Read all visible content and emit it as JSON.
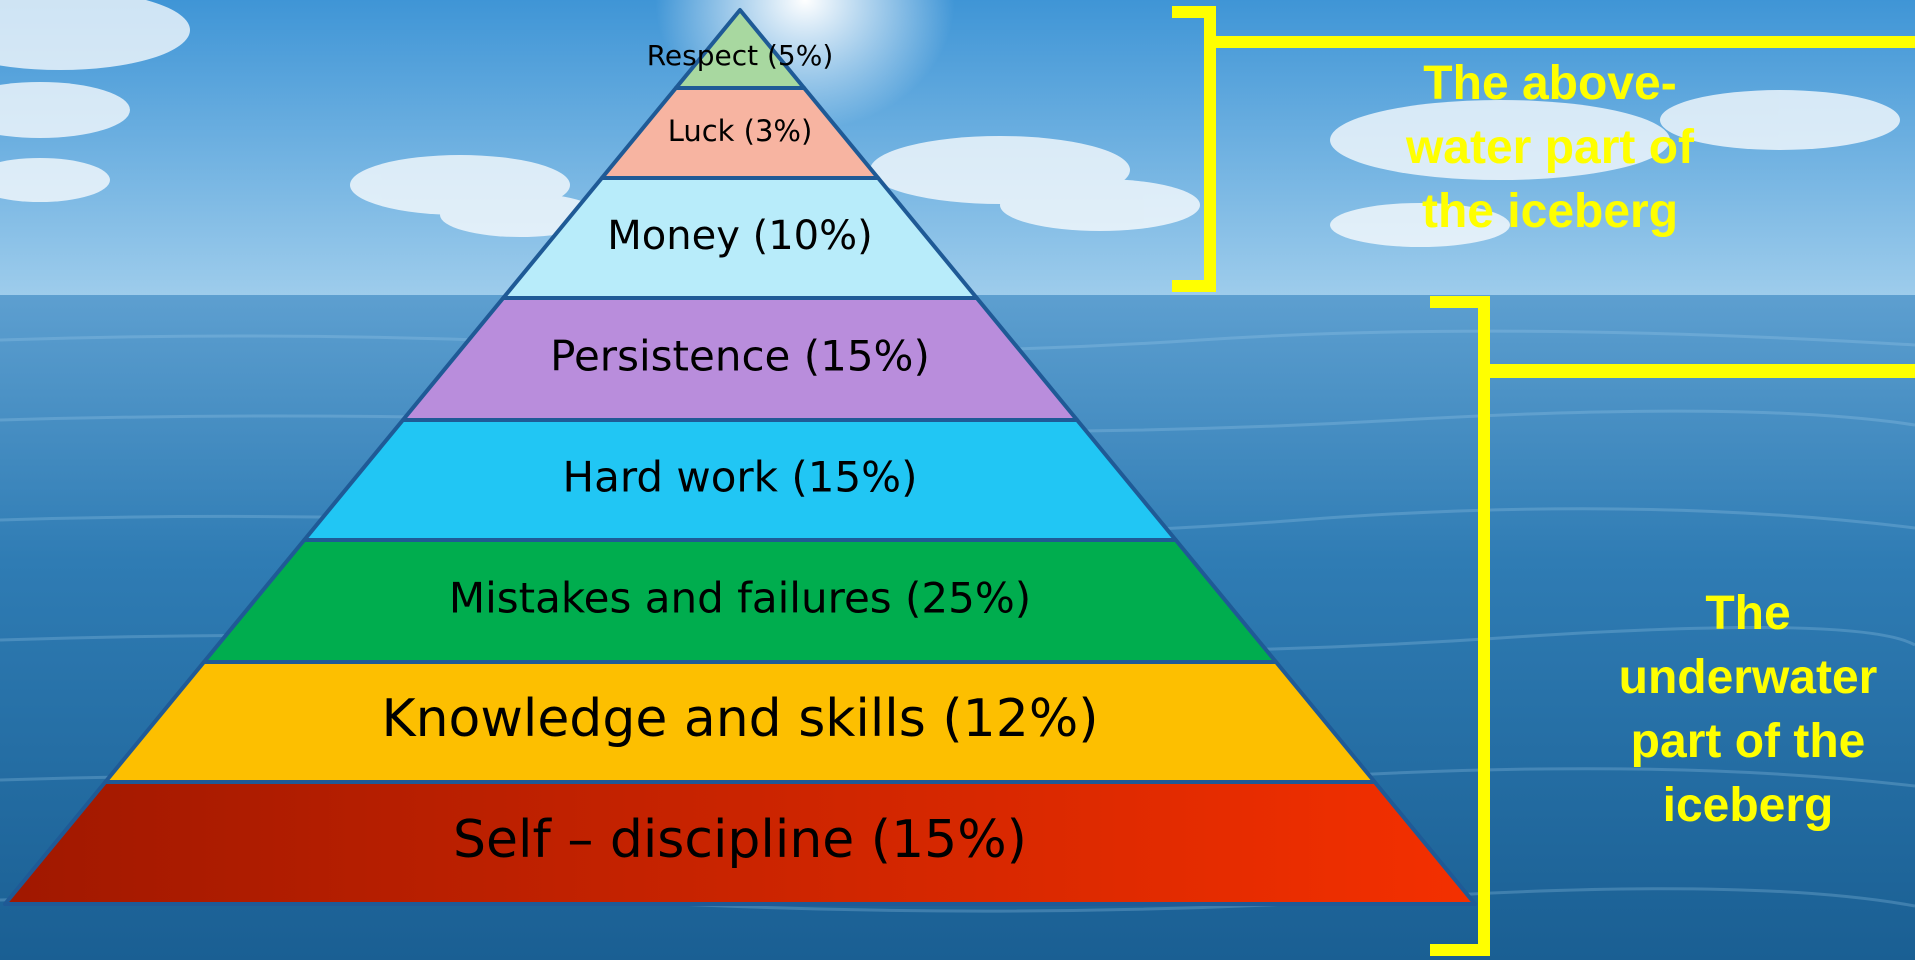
{
  "pyramid": {
    "levels": [
      {
        "label": "Respect (5%)",
        "color": "#a8d8a0"
      },
      {
        "label": "Luck (3%)",
        "color": "#f7b4a1"
      },
      {
        "label": "Money (10%)",
        "color": "#b8ecfa"
      },
      {
        "label": "Persistence (15%)",
        "color": "#b98ddc"
      },
      {
        "label": "Hard work (15%)",
        "color": "#21c6f4"
      },
      {
        "label": "Mistakes and failures (25%)",
        "color": "#00ad4e"
      },
      {
        "label": "Knowledge and skills (12%)",
        "color": "#fdbf00"
      },
      {
        "label": "Self – discipline (15%)",
        "color": "#c82000"
      }
    ],
    "outline_color": "#1f5a96"
  },
  "callouts": {
    "above": "The above-water part of the iceberg",
    "under": "The underwater part of the iceberg",
    "color": "#ffff00"
  }
}
